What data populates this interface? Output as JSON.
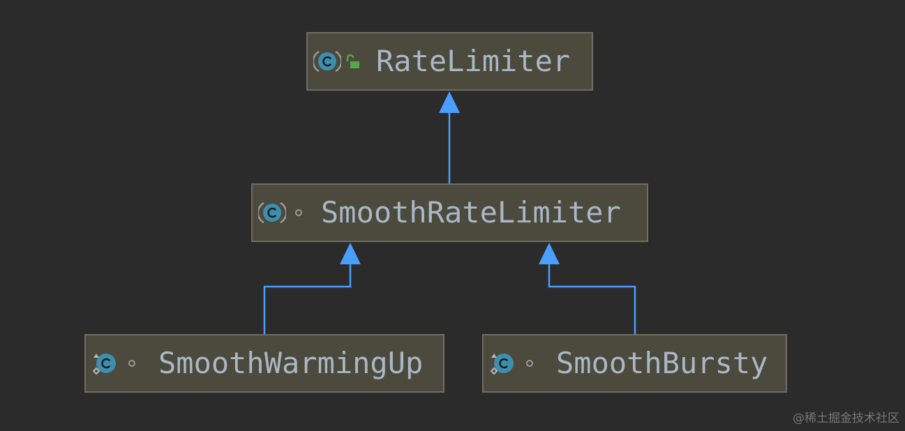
{
  "diagram": {
    "type": "class-hierarchy",
    "colors": {
      "background": "#2b2b2b",
      "node_fill": "#4b4a3d",
      "node_border": "#6e6e66",
      "text": "#a9b7c6",
      "edge": "#4a9eff",
      "class_icon": "#3d8fb0",
      "public_lock": "#57a64a"
    },
    "nodes": [
      {
        "id": "ratelimiter",
        "label": "RateLimiter",
        "icon": "class-icon",
        "modifier_icon": "unlocked-lock-icon"
      },
      {
        "id": "smoothratelimiter",
        "label": "SmoothRateLimiter",
        "icon": "class-icon",
        "modifier_icon": "package-private-dot-icon"
      },
      {
        "id": "smoothwarmingup",
        "label": "SmoothWarmingUp",
        "icon": "static-class-icon",
        "modifier_icon": "package-private-dot-icon"
      },
      {
        "id": "smoothbursty",
        "label": "SmoothBursty",
        "icon": "static-class-icon",
        "modifier_icon": "package-private-dot-icon"
      }
    ],
    "edges": [
      {
        "from": "smoothratelimiter",
        "to": "ratelimiter",
        "relation": "extends"
      },
      {
        "from": "smoothwarmingup",
        "to": "smoothratelimiter",
        "relation": "extends"
      },
      {
        "from": "smoothbursty",
        "to": "smoothratelimiter",
        "relation": "extends"
      }
    ]
  },
  "watermark": "@稀土掘金技术社区"
}
